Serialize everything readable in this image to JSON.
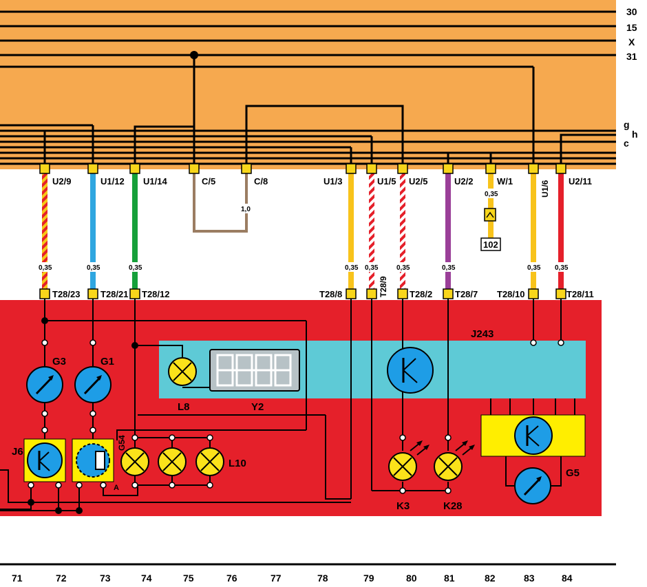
{
  "bus_labels": [
    "30",
    "15",
    "X",
    "31"
  ],
  "lower_bus_labels": [
    "g",
    "h",
    "c"
  ],
  "top_connectors": [
    "U2/9",
    "U1/12",
    "U1/14",
    "C/5",
    "C/8",
    "U1/3",
    "U1/5",
    "U2/5",
    "U2/2",
    "W/1",
    "U1/6",
    "U2/11"
  ],
  "wire_sizes": [
    "0,35",
    "0,35",
    "0,35",
    "0,35",
    "0,35",
    "0,35",
    "0,35",
    "0,35",
    "0,35"
  ],
  "loop_wire_size": "1,0",
  "w1_wire_size": "0,35",
  "ground_ref": "102",
  "bottom_connectors": [
    "T28/23",
    "T28/21",
    "T28/12",
    "T28/8",
    "T28/9",
    "T28/2",
    "T28/7",
    "T28/10",
    "T28/11"
  ],
  "components": {
    "g3": "G3",
    "g1": "G1",
    "j6": "J6",
    "g54": "G54",
    "a": "A",
    "l8": "L8",
    "y2": "Y2",
    "l10": "L10",
    "j243": "J243",
    "k3": "K3",
    "k28": "K28",
    "g5": "G5"
  },
  "column_numbers": [
    "71",
    "72",
    "73",
    "74",
    "75",
    "76",
    "77",
    "78",
    "79",
    "80",
    "81",
    "82",
    "83",
    "84"
  ],
  "colors": {
    "bus_area": "#f6a94f",
    "instrument_panel": "#e5202a",
    "display_area": "#5ecad6",
    "yellow_box": "#ffee00",
    "gauge_blue": "#1e9de6",
    "lamp_yellow": "#fbe21a"
  }
}
